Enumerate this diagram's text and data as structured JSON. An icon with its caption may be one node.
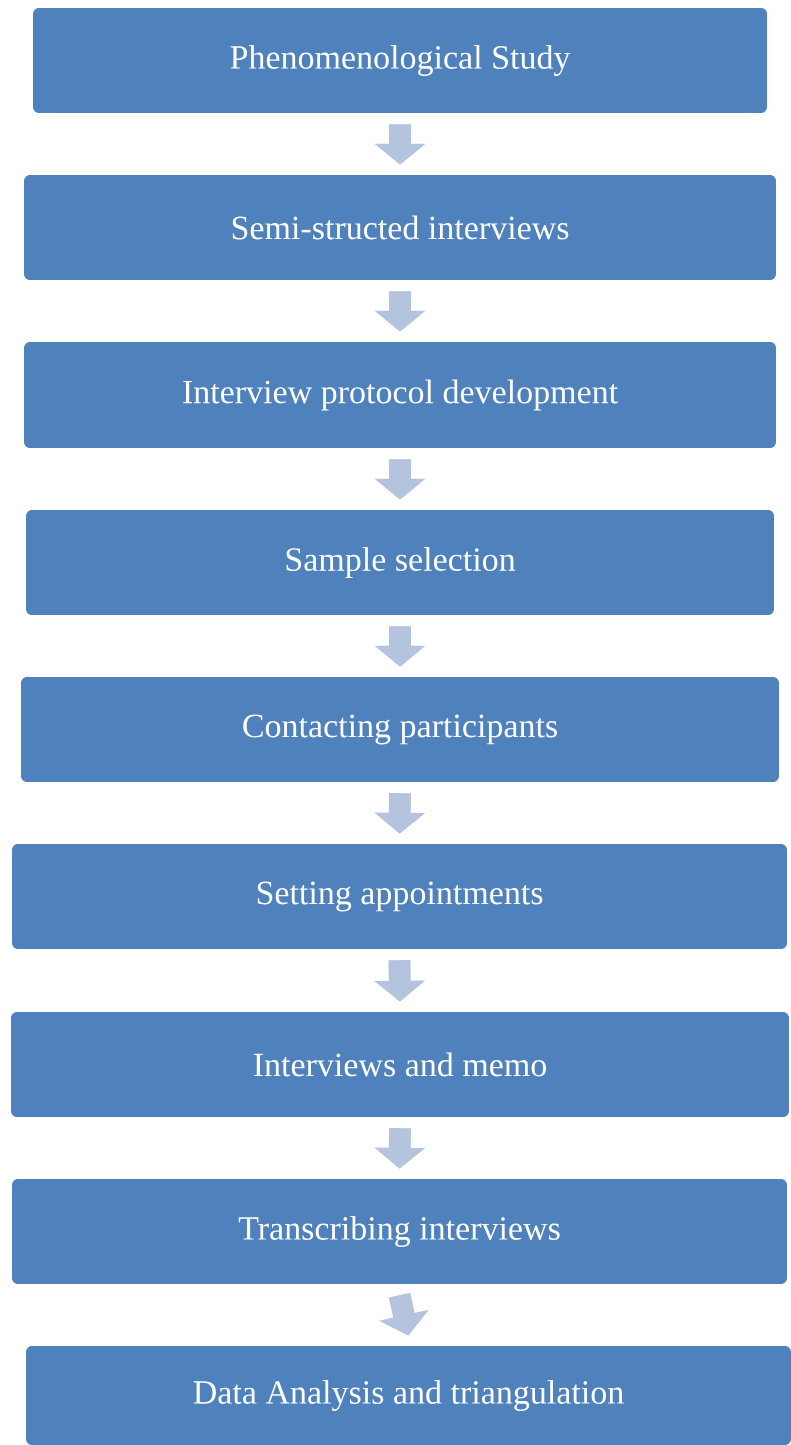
{
  "diagram": {
    "nodes": [
      {
        "text": [
          "Phenomenological Study"
        ]
      },
      {
        "text": [
          "Semi-structed interviews"
        ]
      },
      {
        "text": [
          "Interview protocol development"
        ]
      },
      {
        "text": [
          "Sample selection"
        ]
      },
      {
        "text": [
          "Contacting participants"
        ]
      },
      {
        "text": [
          "Setting appointments"
        ]
      },
      {
        "text": [
          "Interviews and memo"
        ]
      },
      {
        "text": [
          "Transcribing interviews"
        ]
      },
      {
        "text": [
          "Data Analysis and triangulation"
        ]
      }
    ],
    "edges": [
      {
        "from": 0,
        "to": 1,
        "arrow": "to"
      },
      {
        "from": 1,
        "to": 2,
        "arrow": "to"
      },
      {
        "from": 2,
        "to": 3,
        "arrow": "to"
      },
      {
        "from": 3,
        "to": 4,
        "arrow": "to"
      },
      {
        "from": 4,
        "to": 5,
        "arrow": "to"
      },
      {
        "from": 5,
        "to": 6,
        "arrow": "to"
      },
      {
        "from": 6,
        "to": 7,
        "arrow": "to"
      },
      {
        "from": 7,
        "to": 8,
        "arrow": "to"
      }
    ]
  }
}
